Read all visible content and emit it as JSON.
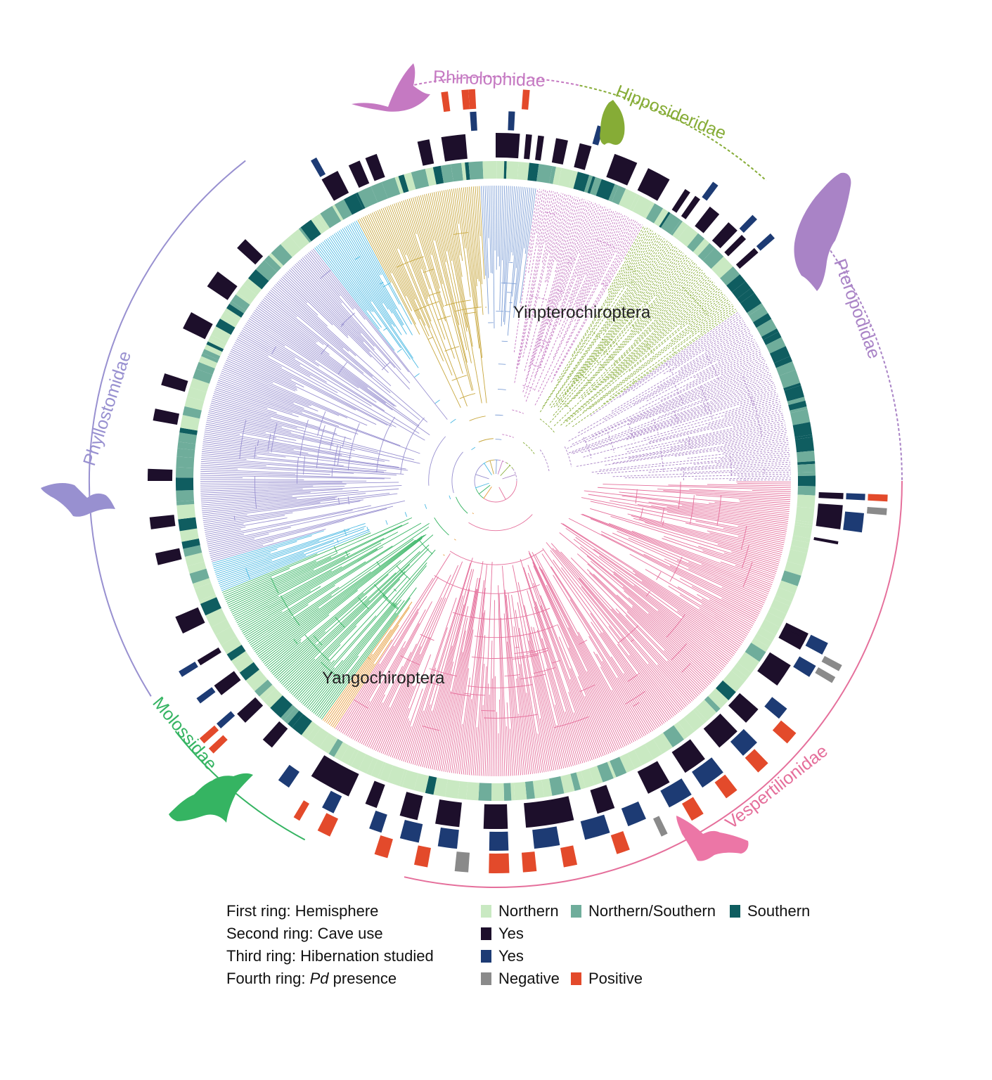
{
  "clades": [
    {
      "key": "yin",
      "label": "Yinpterochiroptera"
    },
    {
      "key": "yang",
      "label": "Yangochiroptera"
    }
  ],
  "families": [
    {
      "key": "rhinolophidae",
      "label": "Rhinolophidae",
      "color": "#c579c2",
      "line": "dashed"
    },
    {
      "key": "hipposideridae",
      "label": "Hipposideridae",
      "color": "#86ac36",
      "line": "dashed"
    },
    {
      "key": "pteropodidae",
      "label": "Pteropodidae",
      "color": "#a983c6",
      "line": "dashed"
    },
    {
      "key": "vespertilionidae",
      "label": "Vespertilionidae",
      "color": "#e56f9b",
      "line": "solid"
    },
    {
      "key": "molossidae",
      "label": "Molossidae",
      "color": "#35b462",
      "line": "solid"
    },
    {
      "key": "phyllostomidae",
      "label": "Phyllostomidae",
      "color": "#9890d0",
      "line": "solid"
    }
  ],
  "other_branch_colors": {
    "emballonuridae_group": "#c8a73e",
    "cyan_group": "#4bb9e3",
    "blue_group": "#7e9fd6",
    "orange_group": "#e69b3a"
  },
  "rings": {
    "hemisphere": {
      "northern": "#c9e9c2",
      "northern_southern": "#6fad9b",
      "southern": "#0f5d60"
    },
    "cave_use_color": "#1d0f2b",
    "hibernation_color": "#1d3b74",
    "pd_negative_color": "#8a8a8a",
    "pd_positive_color": "#e34a2b"
  },
  "legend": {
    "rows": [
      {
        "title": "First ring: Hemisphere",
        "entries": [
          {
            "label": "Northern",
            "color": "#c9e9c2"
          },
          {
            "label": "Northern/Southern",
            "color": "#6fad9b"
          },
          {
            "label": "Southern",
            "color": "#0f5d60"
          }
        ]
      },
      {
        "title": "Second ring: Cave use",
        "entries": [
          {
            "label": "Yes",
            "color": "#1d0f2b"
          }
        ]
      },
      {
        "title": "Third ring: Hibernation studied",
        "entries": [
          {
            "label": "Yes",
            "color": "#1d3b74"
          }
        ]
      },
      {
        "title_prefix": "Fourth ring: ",
        "title_italic": "Pd",
        "title_suffix": " presence",
        "entries": [
          {
            "label": "Negative",
            "color": "#8a8a8a"
          },
          {
            "label": "Positive",
            "color": "#e34a2b"
          }
        ]
      }
    ]
  }
}
